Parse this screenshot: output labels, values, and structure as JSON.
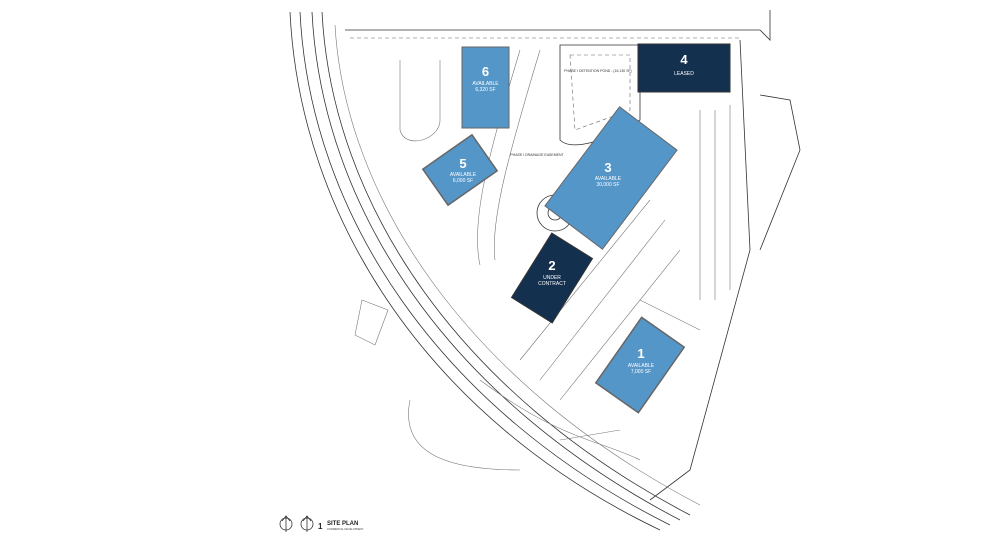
{
  "colors": {
    "available": "#5596c9",
    "unavailable": "#14304f",
    "line": "#333333"
  },
  "buildings": [
    {
      "number": "1",
      "status": "AVAILABLE",
      "area": "7,000 SF"
    },
    {
      "number": "2",
      "status": "UNDER",
      "area": "CONTRACT"
    },
    {
      "number": "3",
      "status": "AVAILABLE",
      "area": "30,000 SF"
    },
    {
      "number": "4",
      "status": "LEASED",
      "area": ""
    },
    {
      "number": "5",
      "status": "AVAILABLE",
      "area": "6,000 SF"
    },
    {
      "number": "6",
      "status": "AVAILABLE",
      "area": "6,320 SF"
    }
  ],
  "annotations": {
    "detention": "PHASE I DETENTION POND - (16,130 SF)",
    "drainage": "PHASE I DRAINAGE EASEMENT"
  },
  "title_block": {
    "sheet_number": "1",
    "title": "SITE PLAN",
    "subtitle": "COMMERCIAL DEVELOPMENT",
    "north_icons": [
      "plan-north-icon",
      "true-north-icon"
    ]
  }
}
